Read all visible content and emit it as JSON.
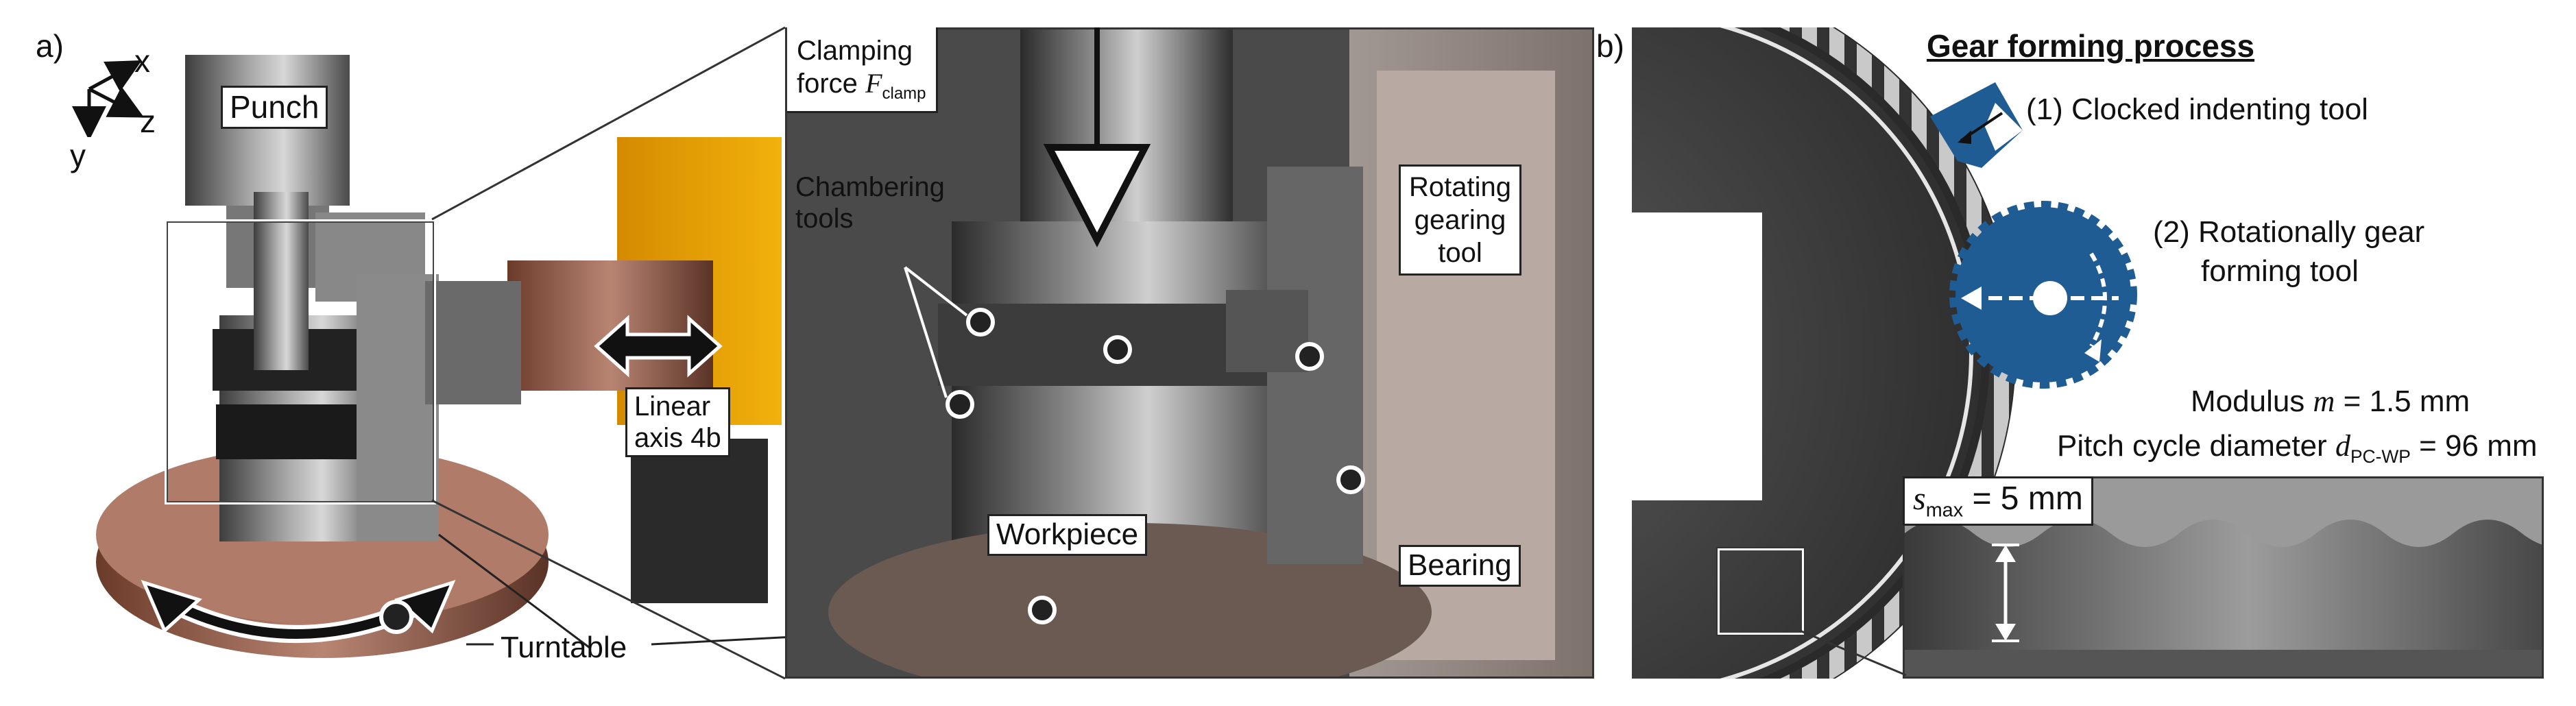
{
  "panel_a": {
    "label": "a)",
    "axes": {
      "x": "x",
      "y": "y",
      "z": "z"
    },
    "labels": {
      "punch": "Punch",
      "linear_axis": "Linear\naxis 4b",
      "turntable": "Turntable",
      "clamping_force": "Clamping",
      "clamping_force_line2": "force",
      "force_symbol": "F",
      "force_sub": "clamp",
      "chambering_tools": "Chambering\ntools",
      "rotating_gearing_tool": "Rotating\ngearing\ntool",
      "workpiece": "Workpiece",
      "bearing": "Bearing"
    }
  },
  "panel_b": {
    "label": "b)",
    "title": "Gear forming process",
    "step1": "(1) Clocked indenting tool",
    "step2_line1": "(2) Rotationally gear",
    "step2_line2": "forming tool",
    "modulus_label": "Modulus",
    "modulus_symbol": "m",
    "modulus_value": "= 1.5 mm",
    "pitch_label": "Pitch cycle diameter",
    "pitch_symbol": "d",
    "pitch_sub": "PC-WP",
    "pitch_value": "= 96 mm",
    "smax_symbol": "s",
    "smax_sub": "max",
    "smax_value": "= 5 mm"
  },
  "colors": {
    "tool_blue": "#1f5c94",
    "frame": "#222222"
  }
}
